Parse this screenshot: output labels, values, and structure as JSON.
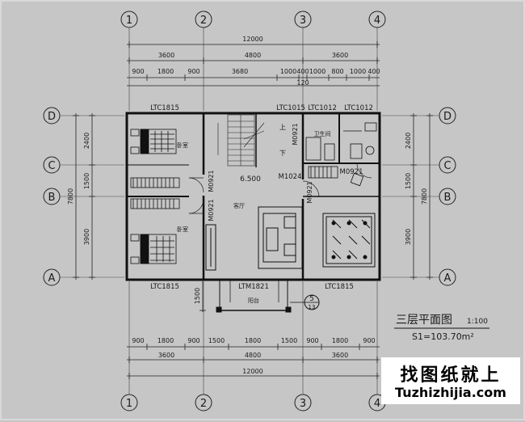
{
  "grid": {
    "columns": [
      "1",
      "2",
      "3",
      "4"
    ],
    "rows": [
      "D",
      "C",
      "B",
      "A"
    ]
  },
  "dims_top": {
    "total": "12000",
    "sub": [
      "3600",
      "4800",
      "3600"
    ],
    "detail": [
      "900",
      "1800",
      "900",
      "3680",
      "1000",
      "400",
      "1000",
      "800",
      "1000",
      "400"
    ],
    "extra": "120"
  },
  "dims_bottom": {
    "detail": [
      "900",
      "1800",
      "900",
      "1500",
      "1800",
      "1500",
      "900",
      "1800",
      "900"
    ],
    "sub": [
      "3600",
      "4800",
      "3600"
    ],
    "total": "12000"
  },
  "dims_left": {
    "parts": [
      "2400",
      "1500",
      "3900"
    ],
    "total": "7800",
    "balcony": "1500"
  },
  "dims_right": {
    "parts": [
      "2400",
      "1500",
      "3900"
    ],
    "total": "7800"
  },
  "labels": {
    "win_top_1": "LTC1815",
    "win_top_2": "LTC1015",
    "win_top_3": "LTC1012",
    "win_top_4": "LTC1012",
    "win_bot_1": "LTC1815",
    "win_bot_2": "LTM1821",
    "win_bot_3": "LTC1815",
    "door_1": "M0921",
    "door_2": "M0921",
    "door_3": "M0921",
    "door_4": "M0921",
    "door_5": "M0921",
    "door_6": "M1024",
    "elevation": "6.500",
    "stair_up": "上",
    "stair_down": "下",
    "bedroom_1": "卧室",
    "bedroom_2": "卧室",
    "hall": "客厅",
    "toilet": "卫生间",
    "balcony": "阳台",
    "section_no": "5",
    "section_ref": "13"
  },
  "title": {
    "name": "三层平面图",
    "scale": "1:100",
    "area": "S1=103.70m²"
  },
  "brand": {
    "cn": "找图纸就上",
    "en": "Tuzhizhijia.com"
  }
}
